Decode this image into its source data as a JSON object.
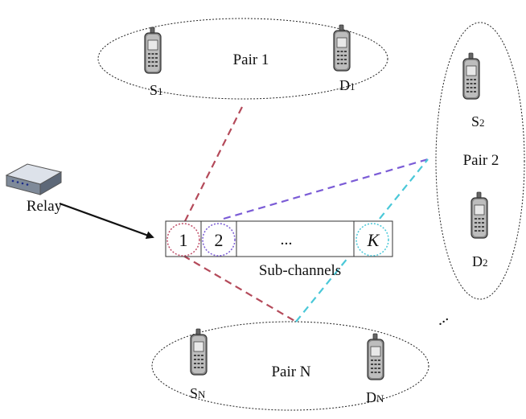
{
  "pairs": [
    {
      "label": "Pair 1",
      "source": "S",
      "source_sub": "1",
      "dest": "D",
      "dest_sub": "1"
    },
    {
      "label": "Pair 2",
      "source": "S",
      "source_sub": "2",
      "dest": "D",
      "dest_sub": "2"
    },
    {
      "label": "Pair N",
      "source": "S",
      "source_sub": "N",
      "dest": "D",
      "dest_sub": "N"
    }
  ],
  "relay": {
    "label": "Relay"
  },
  "subchannels": {
    "cells": [
      "1",
      "2",
      "...",
      "K"
    ],
    "caption": "Sub-channels"
  },
  "more_pairs": "...",
  "colors": {
    "pair1_link": "#b44a5a",
    "pair2_link": "#7b5cd6",
    "pairN_link_a": "#b44a5a",
    "pairN_link_b": "#4ac8d8",
    "circle1": "#c0506a",
    "circle2": "#7b5cd6",
    "circleK": "#4ac8d8",
    "arrow": "#111111"
  },
  "icons": {
    "phone": "mobile-phone-icon",
    "relay": "relay-router-icon"
  }
}
